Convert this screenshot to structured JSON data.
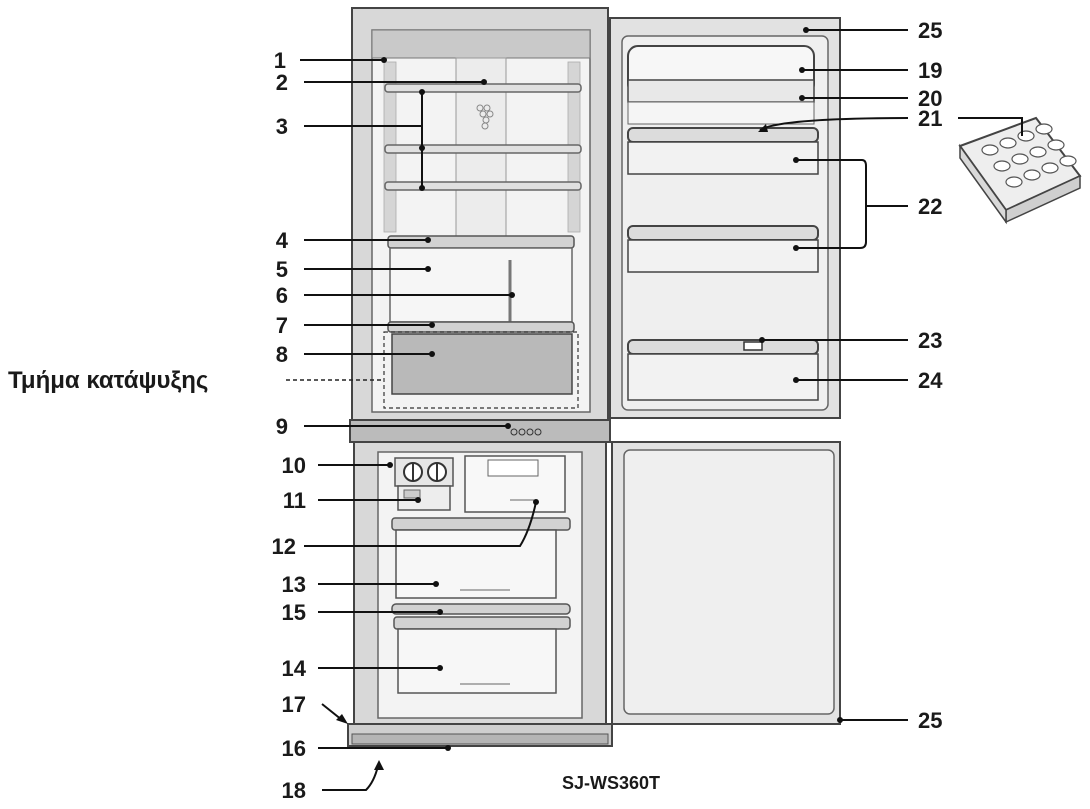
{
  "model_label": "SJ-WS360T",
  "freezer_label": "Τμήμα κατάψυξης",
  "callouts": [
    {
      "id": "c1",
      "label": "1"
    },
    {
      "id": "c2",
      "label": "2"
    },
    {
      "id": "c3",
      "label": "3"
    },
    {
      "id": "c4",
      "label": "4"
    },
    {
      "id": "c5",
      "label": "5"
    },
    {
      "id": "c6",
      "label": "6"
    },
    {
      "id": "c7",
      "label": "7"
    },
    {
      "id": "c8",
      "label": "8"
    },
    {
      "id": "c9",
      "label": "9"
    },
    {
      "id": "c10",
      "label": "10"
    },
    {
      "id": "c11",
      "label": "11"
    },
    {
      "id": "c12",
      "label": "12"
    },
    {
      "id": "c13",
      "label": "13"
    },
    {
      "id": "c15",
      "label": "15"
    },
    {
      "id": "c14",
      "label": "14"
    },
    {
      "id": "c17",
      "label": "17"
    },
    {
      "id": "c16",
      "label": "16"
    },
    {
      "id": "c18",
      "label": "18"
    },
    {
      "id": "c25a",
      "label": "25"
    },
    {
      "id": "c19",
      "label": "19"
    },
    {
      "id": "c20",
      "label": "20"
    },
    {
      "id": "c21",
      "label": "21"
    },
    {
      "id": "c22",
      "label": "22"
    },
    {
      "id": "c23",
      "label": "23"
    },
    {
      "id": "c24",
      "label": "24"
    },
    {
      "id": "c25b",
      "label": "25"
    }
  ],
  "colors": {
    "cabinet": "#dcdcdc",
    "cabinet_edge": "#444444",
    "interior": "#f2f2f2",
    "shelf": "#cfcfcf",
    "drawer": "#bdbdbd",
    "door": "#e4e4e4"
  }
}
